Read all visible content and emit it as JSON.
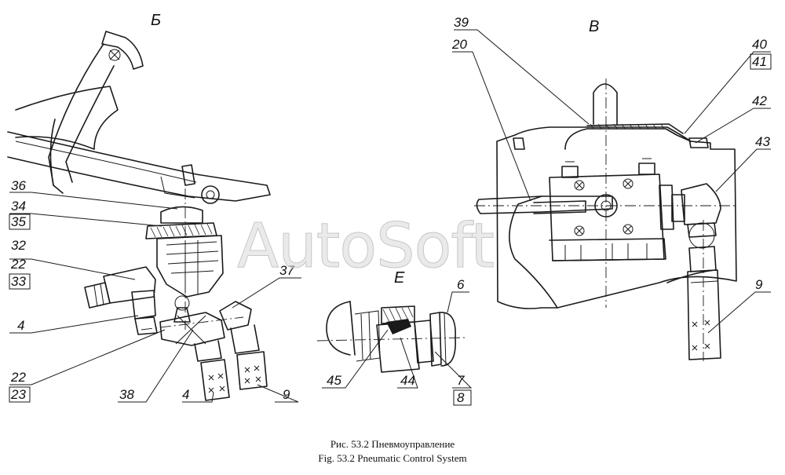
{
  "views": {
    "b": "Б",
    "v": "В",
    "e": "Е"
  },
  "callouts": {
    "n36": "36",
    "n34": "34",
    "n35": "35",
    "n32": "32",
    "n22a": "22",
    "n33": "33",
    "n4a": "4",
    "n22b": "22",
    "n23": "23",
    "n38": "38",
    "n4b": "4",
    "n9a": "9",
    "n37": "37",
    "n39": "39",
    "n20": "20",
    "n40": "40",
    "n41": "41",
    "n42": "42",
    "n43": "43",
    "n9b": "9",
    "n6": "6",
    "n45": "45",
    "n44": "44",
    "n7": "7",
    "n8": "8"
  },
  "watermark": "AutoSoft",
  "caption": {
    "ru": "Рис. 53.2 Пневмоуправление",
    "en": "Fig. 53.2 Pneumatic Control System"
  }
}
